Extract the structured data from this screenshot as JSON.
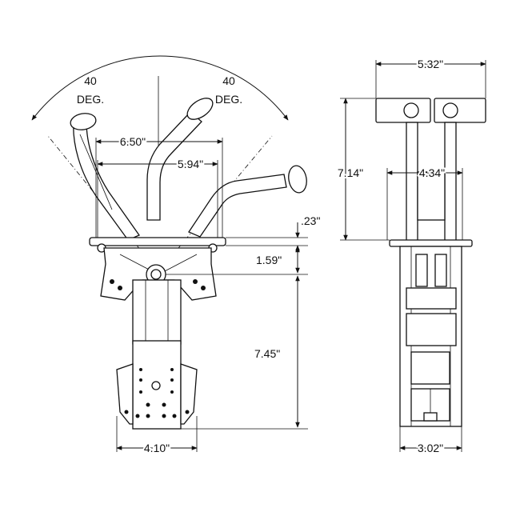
{
  "front_view": {
    "angle_left_value": "40",
    "angle_left_unit": "DEG.",
    "angle_right_value": "40",
    "angle_right_unit": "DEG.",
    "dim_width_outer": "6.50\"",
    "dim_width_inner": "5.94\"",
    "dim_plate_thickness": ".23\"",
    "dim_pivot_offset": "1.59\"",
    "dim_body_length": "7.45\"",
    "dim_mount_width": "4.10\""
  },
  "side_view": {
    "dim_overall_width": "5.32\"",
    "dim_height": "7.14\"",
    "dim_handle_spacing": "4.34\"",
    "dim_body_width": "3.02\""
  }
}
